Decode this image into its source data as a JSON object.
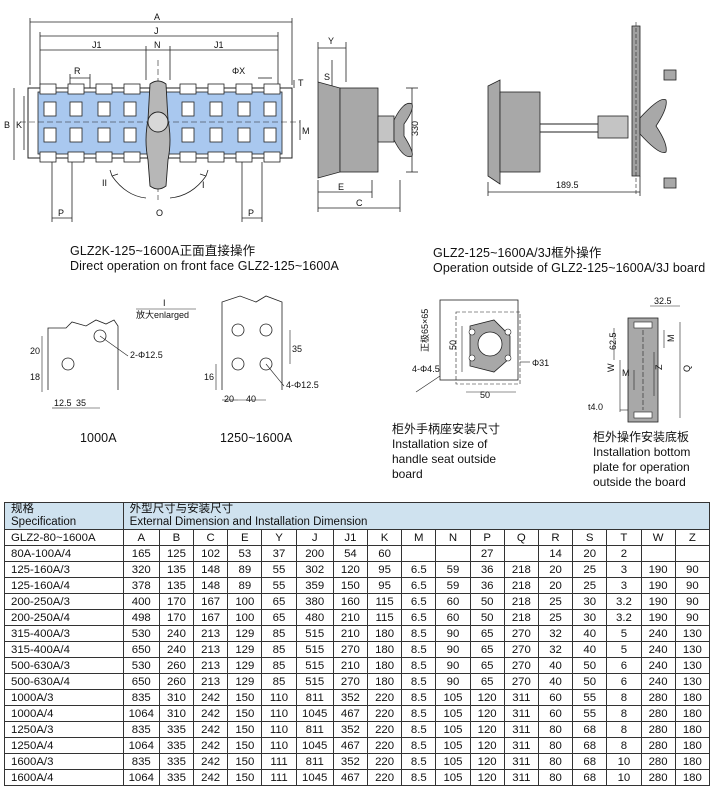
{
  "captions": {
    "front_cn": "GLZ2K-125~1600A正面直接操作",
    "front_en": "Direct operation on front face GLZ2-125~1600A",
    "outside_cn": "GLZ2-125~1600A/3J框外操作",
    "outside_en": "Operation outside of GLZ2-125~1600A/3J board",
    "handle_cn": "柜外手柄座安装尺寸",
    "handle_en": "Installation size of handle seat outside board",
    "bottom_cn": "柜外操作安装底板",
    "bottom_en": "Installation bottom plate for operation outside the board",
    "size_1000": "1000A",
    "size_1250": "1250~1600A",
    "enlarged_label": "I",
    "enlarged_text": "放大enlarged"
  },
  "dims": {
    "A": "A",
    "J": "J",
    "J1": "J1",
    "N": "N",
    "R": "R",
    "X": "ΦX",
    "T": "T",
    "B": "B",
    "K": "K",
    "M": "M",
    "P": "P",
    "O": "O",
    "I": "I",
    "II": "II",
    "Y": "Y",
    "S": "S",
    "E": "E",
    "C": "C",
    "H330": "330",
    "W1895": "189.5",
    "d20": "20",
    "d18": "18",
    "d125": "12.5",
    "d35": "35",
    "hole1000": "2-Φ12.5",
    "d16": "16",
    "d35b": "35",
    "d20b": "20",
    "d40": "40",
    "hole1250": "4-Φ12.5",
    "sq": "正极65×65",
    "d50": "50",
    "d45": "4-Φ4.5",
    "d31": "Φ31",
    "d50b": "50",
    "d325": "32.5",
    "d625": "62.5",
    "W": "W",
    "Mb": "M",
    "Z": "Z",
    "Q": "Q",
    "t40": "t4.0"
  },
  "table": {
    "spec_cn": "规格",
    "spec_en": "Specification",
    "dim_cn": "外型尺寸与安装尺寸",
    "dim_en": "External Dimension and Installation Dimension",
    "columns": [
      "GLZ2-80~1600A",
      "A",
      "B",
      "C",
      "E",
      "Y",
      "J",
      "J1",
      "K",
      "M",
      "N",
      "P",
      "Q",
      "R",
      "S",
      "T",
      "W",
      "Z"
    ],
    "rows": [
      [
        "80A-100A/4",
        "165",
        "125",
        "102",
        "53",
        "37",
        "200",
        "54",
        "60",
        "",
        "",
        "27",
        "",
        "14",
        "20",
        "2",
        "",
        ""
      ],
      [
        "125-160A/3",
        "320",
        "135",
        "148",
        "89",
        "55",
        "302",
        "120",
        "95",
        "6.5",
        "59",
        "36",
        "218",
        "20",
        "25",
        "3",
        "190",
        "90"
      ],
      [
        "125-160A/4",
        "378",
        "135",
        "148",
        "89",
        "55",
        "359",
        "150",
        "95",
        "6.5",
        "59",
        "36",
        "218",
        "20",
        "25",
        "3",
        "190",
        "90"
      ],
      [
        "200-250A/3",
        "400",
        "170",
        "167",
        "100",
        "65",
        "380",
        "160",
        "115",
        "6.5",
        "60",
        "50",
        "218",
        "25",
        "30",
        "3.2",
        "190",
        "90"
      ],
      [
        "200-250A/4",
        "498",
        "170",
        "167",
        "100",
        "65",
        "480",
        "210",
        "115",
        "6.5",
        "60",
        "50",
        "218",
        "25",
        "30",
        "3.2",
        "190",
        "90"
      ],
      [
        "315-400A/3",
        "530",
        "240",
        "213",
        "129",
        "85",
        "515",
        "210",
        "180",
        "8.5",
        "90",
        "65",
        "270",
        "32",
        "40",
        "5",
        "240",
        "130"
      ],
      [
        "315-400A/4",
        "650",
        "240",
        "213",
        "129",
        "85",
        "515",
        "270",
        "180",
        "8.5",
        "90",
        "65",
        "270",
        "32",
        "40",
        "5",
        "240",
        "130"
      ],
      [
        "500-630A/3",
        "530",
        "260",
        "213",
        "129",
        "85",
        "515",
        "210",
        "180",
        "8.5",
        "90",
        "65",
        "270",
        "40",
        "50",
        "6",
        "240",
        "130"
      ],
      [
        "500-630A/4",
        "650",
        "260",
        "213",
        "129",
        "85",
        "515",
        "270",
        "180",
        "8.5",
        "90",
        "65",
        "270",
        "40",
        "50",
        "6",
        "240",
        "130"
      ],
      [
        "1000A/3",
        "835",
        "310",
        "242",
        "150",
        "110",
        "811",
        "352",
        "220",
        "8.5",
        "105",
        "120",
        "311",
        "60",
        "55",
        "8",
        "280",
        "180"
      ],
      [
        "1000A/4",
        "1064",
        "310",
        "242",
        "150",
        "110",
        "1045",
        "467",
        "220",
        "8.5",
        "105",
        "120",
        "311",
        "60",
        "55",
        "8",
        "280",
        "180"
      ],
      [
        "1250A/3",
        "835",
        "335",
        "242",
        "150",
        "110",
        "811",
        "352",
        "220",
        "8.5",
        "105",
        "120",
        "311",
        "80",
        "68",
        "8",
        "280",
        "180"
      ],
      [
        "1250A/4",
        "1064",
        "335",
        "242",
        "150",
        "110",
        "1045",
        "467",
        "220",
        "8.5",
        "105",
        "120",
        "311",
        "80",
        "68",
        "8",
        "280",
        "180"
      ],
      [
        "1600A/3",
        "835",
        "335",
        "242",
        "150",
        "111",
        "811",
        "352",
        "220",
        "8.5",
        "105",
        "120",
        "311",
        "80",
        "68",
        "10",
        "280",
        "180"
      ],
      [
        "1600A/4",
        "1064",
        "335",
        "242",
        "150",
        "111",
        "1045",
        "467",
        "220",
        "8.5",
        "105",
        "120",
        "311",
        "80",
        "68",
        "10",
        "280",
        "180"
      ]
    ]
  }
}
